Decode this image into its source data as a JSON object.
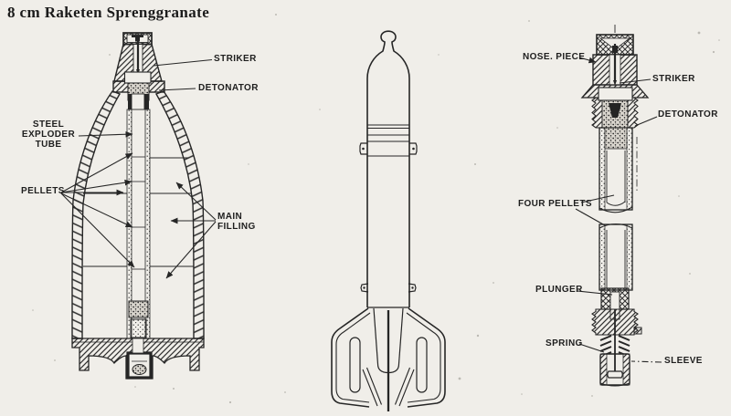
{
  "title": "8 cm Raketen Sprenggranate",
  "palette": {
    "paper": "#f0eee9",
    "ink": "#262626"
  },
  "left_diagram": {
    "labels": {
      "striker": "STRIKER",
      "detonator": "DETONATOR",
      "steel_exploder_tube": "STEEL\nEXPLODER\nTUBE",
      "pellets": "PELLETS",
      "main_filling": "MAIN\nFILLING"
    }
  },
  "right_diagram": {
    "labels": {
      "nose_piece": "NOSE. PIECE",
      "striker": "STRIKER",
      "detonator": "DETONATOR",
      "four_pellets": "FOUR PELLETS",
      "plunger": "PLUNGER",
      "spring": "SPRING",
      "sleeve": "SLEEVE"
    }
  }
}
